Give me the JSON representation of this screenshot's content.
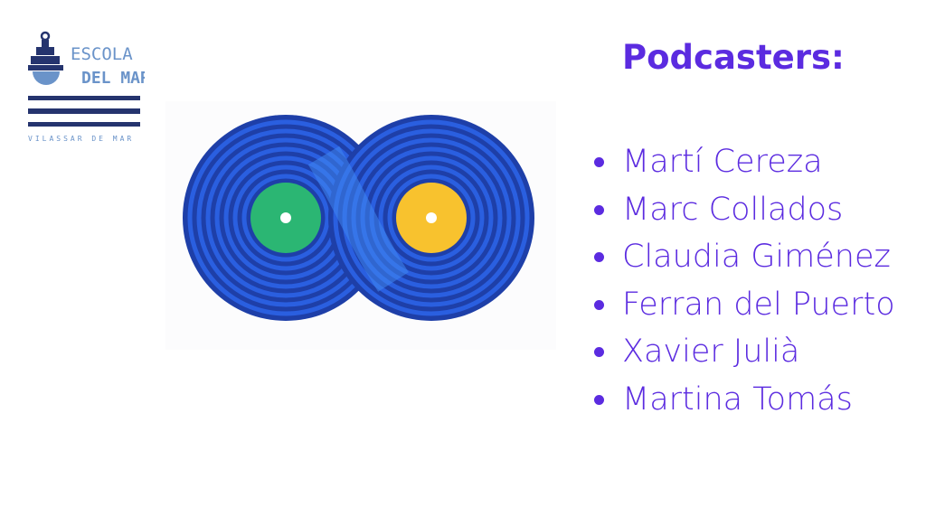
{
  "logo": {
    "line1": "ESCOLA",
    "line2": "DEL MAR",
    "subtitle": "VILASSAR DE MAR"
  },
  "title": "Podcasters:",
  "podcasters": [
    "Martí Cereza",
    "Marc Collados",
    "Claudia Giménez",
    "Ferran del Puerto",
    "Xavier Julià",
    "Martina Tomás"
  ],
  "colors": {
    "text": "#5b2be0",
    "disc_dark": "#1e3fa8",
    "disc_mid": "#2a5fe0",
    "disc_light": "#3f86f0",
    "label_left": "#2bb673",
    "label_right": "#f8c22e",
    "logo": "#25346e"
  }
}
